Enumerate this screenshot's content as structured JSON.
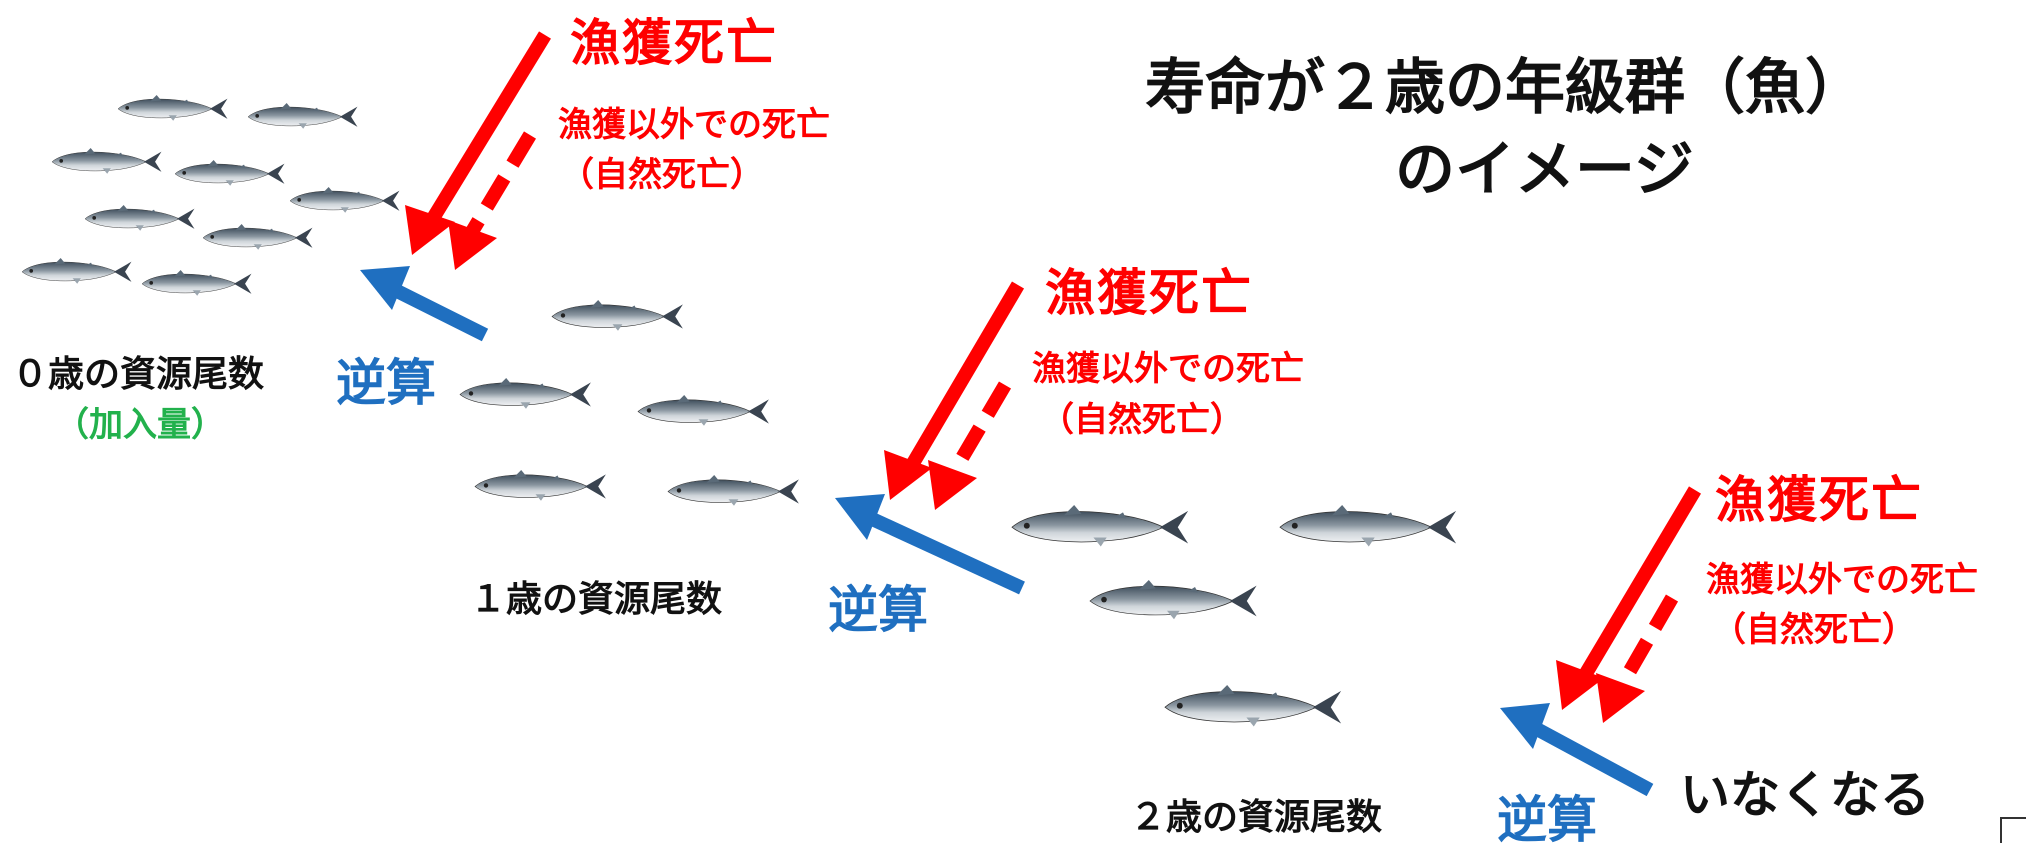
{
  "title": {
    "line1": "寿命が２歳の年級群（魚）",
    "line2": "のイメージ"
  },
  "age0": {
    "label": "０歳の資源尾数",
    "sub": "（加入量）"
  },
  "age1": {
    "label": "１歳の資源尾数"
  },
  "age2": {
    "label": "２歳の資源尾数"
  },
  "fishing_mortality": "漁獲死亡",
  "natural_mortality": {
    "line1": "漁獲以外での死亡",
    "line2": "（自然死亡）"
  },
  "back_calc": "逆算",
  "disappear": "いなくなる",
  "colors": {
    "red": "#ff0000",
    "blue": "#1f6fc0",
    "green": "#22b14c"
  },
  "icons": [
    "fish-icon",
    "red-solid-arrow",
    "red-dashed-arrow",
    "blue-arrow"
  ]
}
